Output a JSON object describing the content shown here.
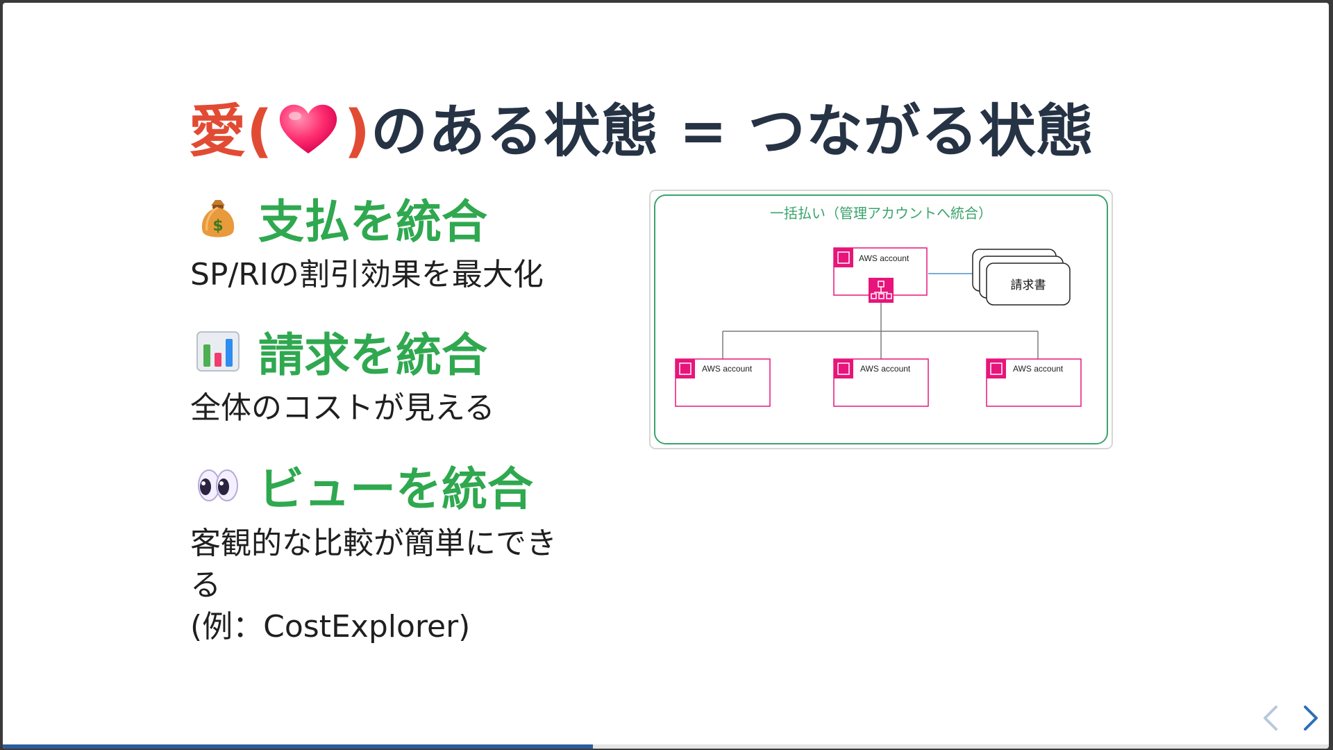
{
  "slide": {
    "title": {
      "prefix": "愛(",
      "suffix": ")",
      "rest": "のある状態 = つながる状態"
    },
    "sections": [
      {
        "icon": "money-bag-icon",
        "heading": "支払を統合",
        "description": "SP/RIの割引効果を最大化"
      },
      {
        "icon": "bar-chart-icon",
        "heading": "請求を統合",
        "description": "全体のコストが見える"
      },
      {
        "icon": "eyes-icon",
        "heading": "ビューを統合",
        "description_lines": [
          "客観的な比較が簡単にでき",
          "る",
          "(例：CostExplorer)"
        ]
      }
    ],
    "diagram": {
      "group_label": "一括払い（管理アカウントへ統合）",
      "management_account_label": "AWS account",
      "invoice_label": "請求書",
      "member_accounts": [
        "AWS account",
        "AWS account",
        "AWS account"
      ]
    }
  },
  "navigation": {
    "prev_icon": "chevron-left-icon",
    "next_icon": "chevron-right-icon",
    "progress": 0.445
  },
  "colors": {
    "title_text": "#263345",
    "title_accent": "#e24b33",
    "heading_green": "#2fa84f",
    "aws_pink": "#e7157b",
    "group_green": "#3aa36c",
    "progress": "#2b5c9e"
  }
}
